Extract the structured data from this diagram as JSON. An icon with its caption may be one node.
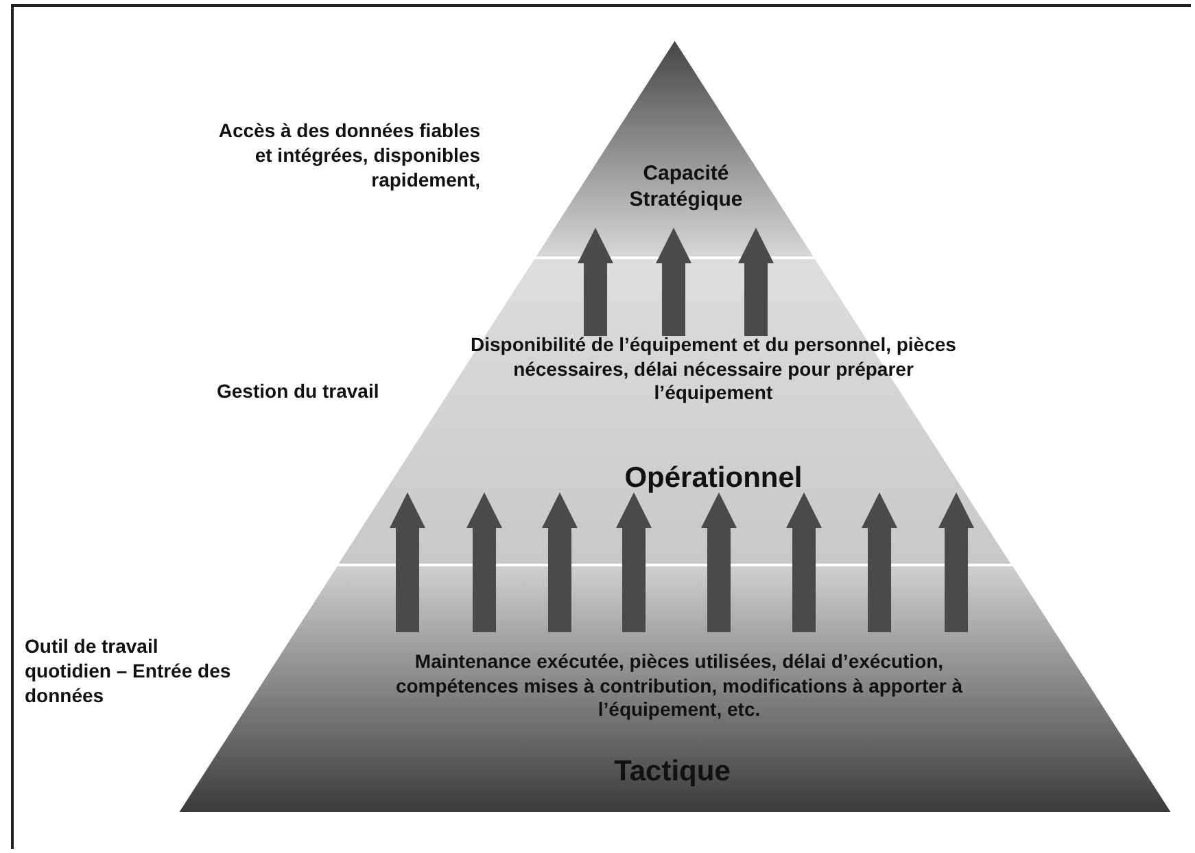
{
  "diagram": {
    "nodes": [
      {
        "text": [
          "Capacité Stratégique"
        ],
        "beside": [
          "Accès à des données fiables et intégrées, disponibles rapidement,"
        ]
      },
      {
        "text": [
          "Disponibilité de l’équipement et du personnel, pièces nécessaires, délai nécessaire pour préparer l’équipement",
          "Opérationnel"
        ],
        "beside": [
          "Gestion du travail"
        ]
      },
      {
        "text": [
          "Maintenance exécutée, pièces utilisées, délai d’exécution, compétences mises à contribution, modifications à apporter à l’équipement, etc.",
          "Tactique"
        ],
        "beside": [
          "Outil de travail quotidien – Entrée des données"
        ]
      }
    ],
    "edges": [
      {
        "from": 1,
        "to": 0,
        "arrow": "to"
      },
      {
        "from": 1,
        "to": 0,
        "arrow": "to"
      },
      {
        "from": 1,
        "to": 0,
        "arrow": "to"
      },
      {
        "from": 2,
        "to": 1,
        "arrow": "to"
      },
      {
        "from": 2,
        "to": 1,
        "arrow": "to"
      },
      {
        "from": 2,
        "to": 1,
        "arrow": "to"
      },
      {
        "from": 2,
        "to": 1,
        "arrow": "to"
      },
      {
        "from": 2,
        "to": 1,
        "arrow": "to"
      },
      {
        "from": 2,
        "to": 1,
        "arrow": "to"
      },
      {
        "from": 2,
        "to": 1,
        "arrow": "to"
      },
      {
        "from": 2,
        "to": 1,
        "arrow": "to"
      }
    ]
  }
}
